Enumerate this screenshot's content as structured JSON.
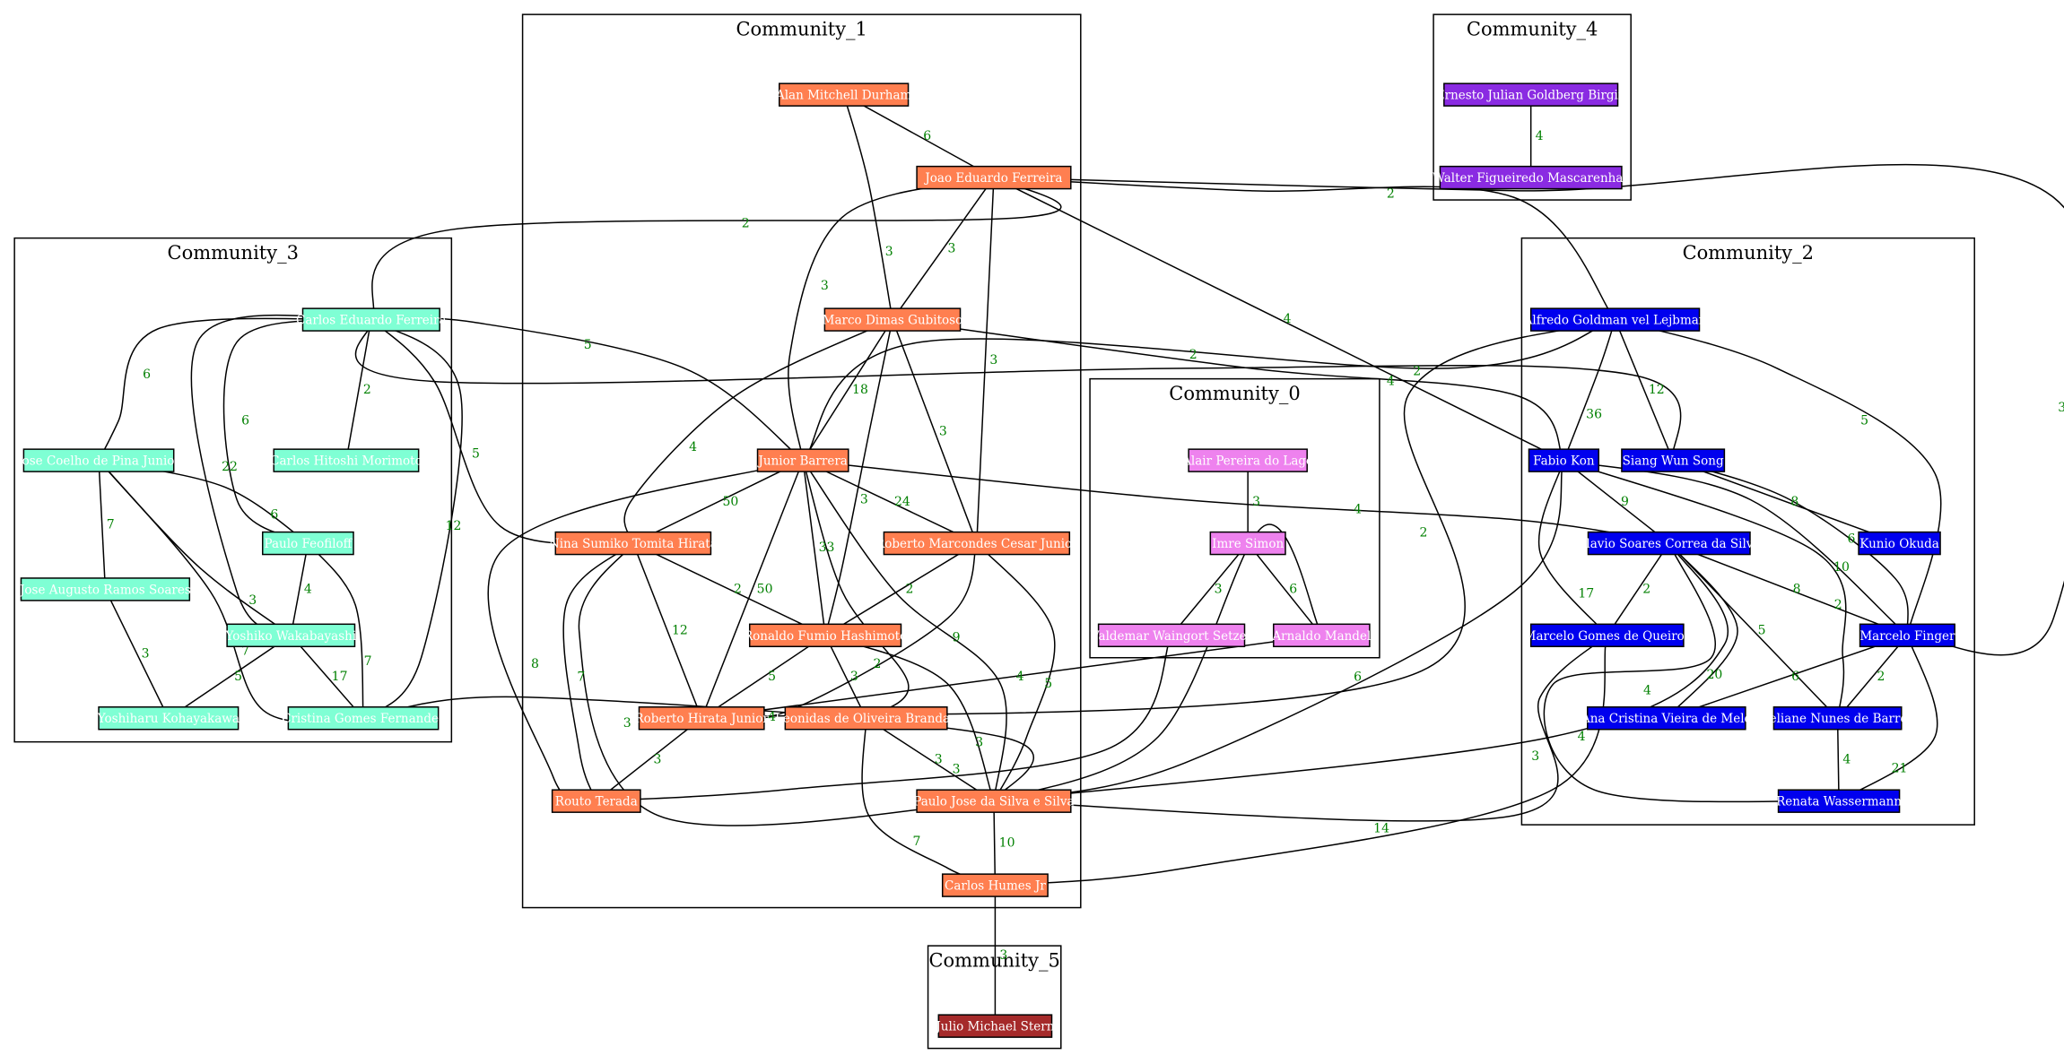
{
  "colors": {
    "Community_0": "#ee82ee",
    "Community_1": "#ff7f50",
    "Community_2": "#0000ee",
    "Community_3": "#7fffd4",
    "Community_4": "#8a2be2",
    "Community_5": "#a52a2a",
    "edge": "#000000",
    "edge_label": "#008000"
  },
  "clusters": [
    {
      "id": "Community_0",
      "label": "Community_0"
    },
    {
      "id": "Community_1",
      "label": "Community_1"
    },
    {
      "id": "Community_2",
      "label": "Community_2"
    },
    {
      "id": "Community_3",
      "label": "Community_3"
    },
    {
      "id": "Community_4",
      "label": "Community_4"
    },
    {
      "id": "Community_5",
      "label": "Community_5"
    }
  ],
  "nodes": [
    {
      "id": "amd",
      "label": "Alan Mitchell Durham",
      "community": "Community_1"
    },
    {
      "id": "jef",
      "label": "Joao Eduardo Ferreira",
      "community": "Community_1"
    },
    {
      "id": "mdg",
      "label": "Marco Dimas Gubitoso",
      "community": "Community_1"
    },
    {
      "id": "jb",
      "label": "Junior Barrera",
      "community": "Community_1"
    },
    {
      "id": "nsth",
      "label": "Nina Sumiko Tomita Hirata",
      "community": "Community_1"
    },
    {
      "id": "rmcj",
      "label": "Roberto Marcondes Cesar Junior",
      "community": "Community_1"
    },
    {
      "id": "rfh",
      "label": "Ronaldo Fumio Hashimoto",
      "community": "Community_1"
    },
    {
      "id": "rhj",
      "label": "Roberto Hirata Junior",
      "community": "Community_1"
    },
    {
      "id": "lob",
      "label": "Leonidas de Oliveira Brandao",
      "community": "Community_1"
    },
    {
      "id": "rt",
      "label": "Routo Terada",
      "community": "Community_1"
    },
    {
      "id": "pjss",
      "label": "Paulo Jose da Silva e Silva",
      "community": "Community_1"
    },
    {
      "id": "chj",
      "label": "Carlos Humes Jr",
      "community": "Community_1"
    },
    {
      "id": "apl",
      "label": "Alair Pereira do Lago",
      "community": "Community_0"
    },
    {
      "id": "is",
      "label": "Imre Simon",
      "community": "Community_0"
    },
    {
      "id": "vws",
      "label": "Valdemar Waingort Setzer",
      "community": "Community_0"
    },
    {
      "id": "am",
      "label": "Arnaldo Mandel",
      "community": "Community_0"
    },
    {
      "id": "ejgb",
      "label": "Ernesto Julian Goldberg Birgin",
      "community": "Community_4"
    },
    {
      "id": "wfm",
      "label": "Walter Figueiredo Mascarenhas",
      "community": "Community_4"
    },
    {
      "id": "agvl",
      "label": "Alfredo Goldman vel Lejbman",
      "community": "Community_2"
    },
    {
      "id": "fk",
      "label": "Fabio Kon",
      "community": "Community_2"
    },
    {
      "id": "sws",
      "label": "Siang Wun Song",
      "community": "Community_2"
    },
    {
      "id": "ko",
      "label": "Kunio Okuda",
      "community": "Community_2"
    },
    {
      "id": "fscs",
      "label": "Flavio Soares Correa da Silva",
      "community": "Community_2"
    },
    {
      "id": "mgq",
      "label": "Marcelo Gomes de Queiroz",
      "community": "Community_2"
    },
    {
      "id": "mf",
      "label": "Marcelo Finger",
      "community": "Community_2"
    },
    {
      "id": "acvm",
      "label": "Ana Cristina Vieira de Melo",
      "community": "Community_2"
    },
    {
      "id": "lnb",
      "label": "Leliane Nunes de Barros",
      "community": "Community_2"
    },
    {
      "id": "rw",
      "label": "Renata Wassermann",
      "community": "Community_2"
    },
    {
      "id": "cef",
      "label": "Carlos Eduardo Ferreira",
      "community": "Community_3"
    },
    {
      "id": "jcpj",
      "label": "Jose Coelho de Pina Junior",
      "community": "Community_3"
    },
    {
      "id": "chm",
      "label": "Carlos Hitoshi Morimoto",
      "community": "Community_3"
    },
    {
      "id": "pf",
      "label": "Paulo Feofiloff",
      "community": "Community_3"
    },
    {
      "id": "jars",
      "label": "Jose Augusto Ramos Soares",
      "community": "Community_3"
    },
    {
      "id": "yw",
      "label": "Yoshiko Wakabayashi",
      "community": "Community_3"
    },
    {
      "id": "yk",
      "label": "Yoshiharu Kohayakawa",
      "community": "Community_3"
    },
    {
      "id": "cgf",
      "label": "Cristina Gomes Fernandes",
      "community": "Community_3"
    },
    {
      "id": "jms",
      "label": "Julio Michael Stern",
      "community": "Community_5"
    }
  ],
  "edges": [
    {
      "s": "amd",
      "t": "jef",
      "w": "6"
    },
    {
      "s": "amd",
      "t": "mdg",
      "w": "3"
    },
    {
      "s": "jef",
      "t": "mdg",
      "w": "3"
    },
    {
      "s": "jef",
      "t": "jb",
      "w": "3"
    },
    {
      "s": "jef",
      "t": "rmcj",
      "w": "3"
    },
    {
      "s": "jef",
      "t": "cef",
      "w": "2"
    },
    {
      "s": "jef",
      "t": "fk",
      "w": "4"
    },
    {
      "s": "jef",
      "t": "agvl",
      "w": "2"
    },
    {
      "s": "jef",
      "t": "mf",
      "w": "3"
    },
    {
      "s": "mdg",
      "t": "jb",
      "w": "18"
    },
    {
      "s": "mdg",
      "t": "nsth",
      "w": "4"
    },
    {
      "s": "mdg",
      "t": "rmcj",
      "w": "3"
    },
    {
      "s": "mdg",
      "t": "rfh",
      "w": "3"
    },
    {
      "s": "mdg",
      "t": "fk",
      "w": "4"
    },
    {
      "s": "jb",
      "t": "nsth",
      "w": "50"
    },
    {
      "s": "jb",
      "t": "rmcj",
      "w": "24"
    },
    {
      "s": "jb",
      "t": "rfh",
      "w": "33"
    },
    {
      "s": "jb",
      "t": "rhj",
      "w": "50"
    },
    {
      "s": "jb",
      "t": "lob",
      "w": "3"
    },
    {
      "s": "jb",
      "t": "rt",
      "w": "8"
    },
    {
      "s": "jb",
      "t": "pjss",
      "w": "9"
    },
    {
      "s": "jb",
      "t": "fscs",
      "w": "4"
    },
    {
      "s": "jb",
      "t": "cef",
      "w": "5"
    },
    {
      "s": "jb",
      "t": "agvl",
      "w": "2"
    },
    {
      "s": "nsth",
      "t": "rfh",
      "w": "2"
    },
    {
      "s": "nsth",
      "t": "rhj",
      "w": "12"
    },
    {
      "s": "nsth",
      "t": "rt",
      "w": "7"
    },
    {
      "s": "nsth",
      "t": "pjss",
      "w": "3"
    },
    {
      "s": "cef",
      "t": "nsth",
      "w": "5"
    },
    {
      "s": "rmcj",
      "t": "rfh",
      "w": "2"
    },
    {
      "s": "rmcj",
      "t": "rhj",
      "w": "2"
    },
    {
      "s": "rmcj",
      "t": "pjss",
      "w": "5"
    },
    {
      "s": "rfh",
      "t": "rhj",
      "w": "5"
    },
    {
      "s": "rfh",
      "t": "lob",
      "w": "3"
    },
    {
      "s": "rfh",
      "t": "pjss",
      "w": "3"
    },
    {
      "s": "rhj",
      "t": "rt",
      "w": "3"
    },
    {
      "s": "rhj",
      "t": "am",
      "w": "4"
    },
    {
      "s": "rhj",
      "t": "agvl",
      "w": "2"
    },
    {
      "s": "lob",
      "t": "pjss",
      "w": "3"
    },
    {
      "s": "lob",
      "t": "chj",
      "w": "7"
    },
    {
      "s": "pjss",
      "t": "chj",
      "w": "10"
    },
    {
      "s": "pjss",
      "t": "fk",
      "w": "6"
    },
    {
      "s": "pjss",
      "t": "mgq",
      "w": "3"
    },
    {
      "s": "pjss",
      "t": "am",
      "w": "2"
    },
    {
      "s": "pjss",
      "t": "fscs",
      "w": "4"
    },
    {
      "s": "chj",
      "t": "jms",
      "w": "3"
    },
    {
      "s": "chj",
      "t": "mgq",
      "w": "14"
    },
    {
      "s": "rt",
      "t": "vws",
      "w": "3"
    },
    {
      "s": "apl",
      "t": "is",
      "w": "3"
    },
    {
      "s": "is",
      "t": "vws",
      "w": "3"
    },
    {
      "s": "is",
      "t": "am",
      "w": "6"
    },
    {
      "s": "ejgb",
      "t": "wfm",
      "w": "4"
    },
    {
      "s": "agvl",
      "t": "fk",
      "w": "36"
    },
    {
      "s": "agvl",
      "t": "sws",
      "w": "12"
    },
    {
      "s": "agvl",
      "t": "mf",
      "w": "5"
    },
    {
      "s": "fk",
      "t": "fscs",
      "w": "9"
    },
    {
      "s": "fk",
      "t": "mgq",
      "w": "17"
    },
    {
      "s": "fk",
      "t": "mf",
      "w": "10"
    },
    {
      "s": "fk",
      "t": "lnb",
      "w": "2"
    },
    {
      "s": "sws",
      "t": "ko",
      "w": "8"
    },
    {
      "s": "sws",
      "t": "mf",
      "w": "6"
    },
    {
      "s": "cef",
      "t": "sws",
      "w": "2"
    },
    {
      "s": "fscs",
      "t": "mgq",
      "w": "2"
    },
    {
      "s": "fscs",
      "t": "mf",
      "w": "8"
    },
    {
      "s": "fscs",
      "t": "acvm",
      "w": "20"
    },
    {
      "s": "fscs",
      "t": "lnb",
      "w": "5"
    },
    {
      "s": "fscs",
      "t": "rw",
      "w": "4"
    },
    {
      "s": "mf",
      "t": "acvm",
      "w": "6"
    },
    {
      "s": "mf",
      "t": "lnb",
      "w": "2"
    },
    {
      "s": "mf",
      "t": "rw",
      "w": "21"
    },
    {
      "s": "lnb",
      "t": "rw",
      "w": "4"
    },
    {
      "s": "cef",
      "t": "jcpj",
      "w": "6"
    },
    {
      "s": "cef",
      "t": "chm",
      "w": "2"
    },
    {
      "s": "cef",
      "t": "pf",
      "w": "6"
    },
    {
      "s": "cef",
      "t": "yw",
      "w": "22"
    },
    {
      "s": "cef",
      "t": "cgf",
      "w": "12"
    },
    {
      "s": "jcpj",
      "t": "jars",
      "w": "7"
    },
    {
      "s": "jcpj",
      "t": "pf",
      "w": "6"
    },
    {
      "s": "jcpj",
      "t": "yw",
      "w": "3"
    },
    {
      "s": "jcpj",
      "t": "cgf",
      "w": "7"
    },
    {
      "s": "pf",
      "t": "yw",
      "w": "4"
    },
    {
      "s": "pf",
      "t": "cgf",
      "w": "7"
    },
    {
      "s": "jars",
      "t": "yk",
      "w": "3"
    },
    {
      "s": "yw",
      "t": "yk",
      "w": "5"
    },
    {
      "s": "yw",
      "t": "cgf",
      "w": "17"
    },
    {
      "s": "cgf",
      "t": "pjss",
      "w": "4"
    }
  ]
}
